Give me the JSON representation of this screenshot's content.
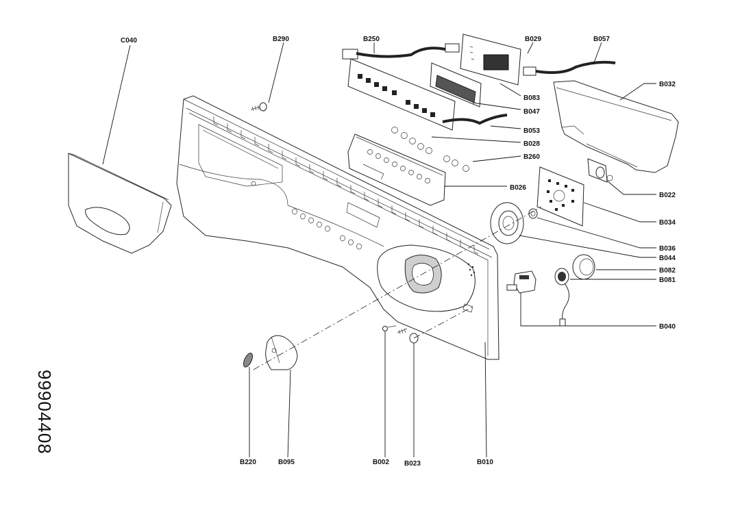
{
  "document_number": "99904408",
  "labels": {
    "C040": "C040",
    "B290": "B290",
    "B250": "B250",
    "B029": "B029",
    "B057": "B057",
    "B032": "B032",
    "B083": "B083",
    "B047": "B047",
    "B053": "B053",
    "B028": "B028",
    "B260": "B260",
    "B026": "B026",
    "B022": "B022",
    "B034": "B034",
    "B036": "B036",
    "B044": "B044",
    "B082": "B082",
    "B081": "B081",
    "B040": "B040",
    "B220": "B220",
    "B095": "B095",
    "B002": "B002",
    "B023": "B023",
    "B010": "B010"
  }
}
